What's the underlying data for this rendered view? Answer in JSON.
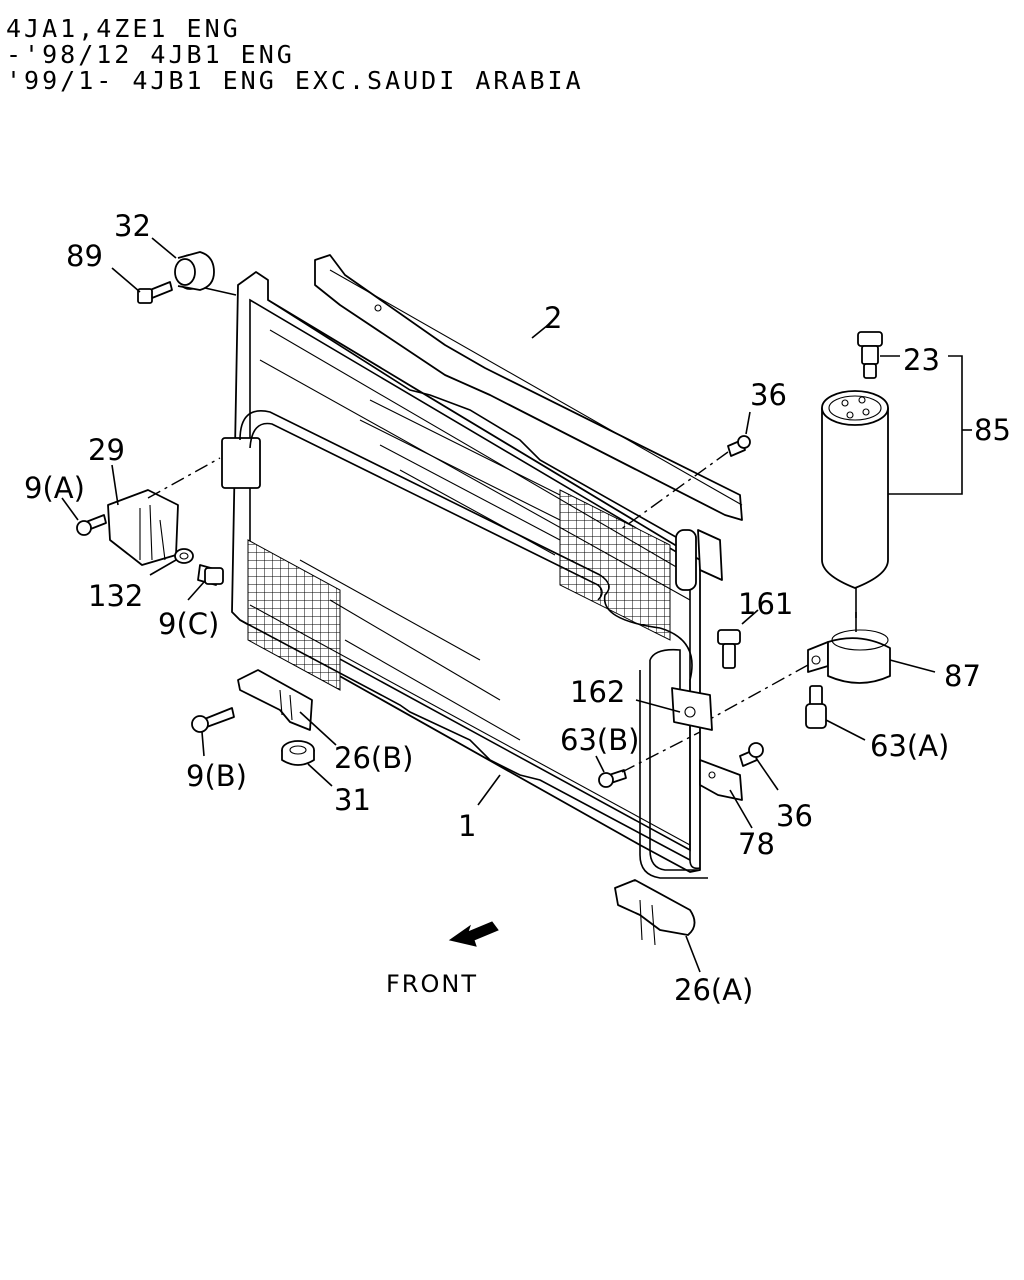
{
  "header": {
    "lines": [
      "4JA1,4ZE1 ENG",
      "-'98/12 4JB1 ENG",
      "'99/1- 4JB1 ENG EXC.SAUDI ARABIA"
    ]
  },
  "callouts": {
    "p89": "89",
    "p32": "32",
    "p2": "2",
    "p36_top": "36",
    "p23": "23",
    "p85": "85",
    "p29": "29",
    "p9a": "9(A)",
    "p132": "132",
    "p9c": "9(C)",
    "p161": "161",
    "p87": "87",
    "p162": "162",
    "p63b": "63(B)",
    "p63a": "63(A)",
    "p9b": "9(B)",
    "p26b": "26(B)",
    "p31": "31",
    "p1": "1",
    "p36_bottom": "36",
    "p78": "78",
    "p26a": "26(A)"
  },
  "front_label": "FRONT"
}
